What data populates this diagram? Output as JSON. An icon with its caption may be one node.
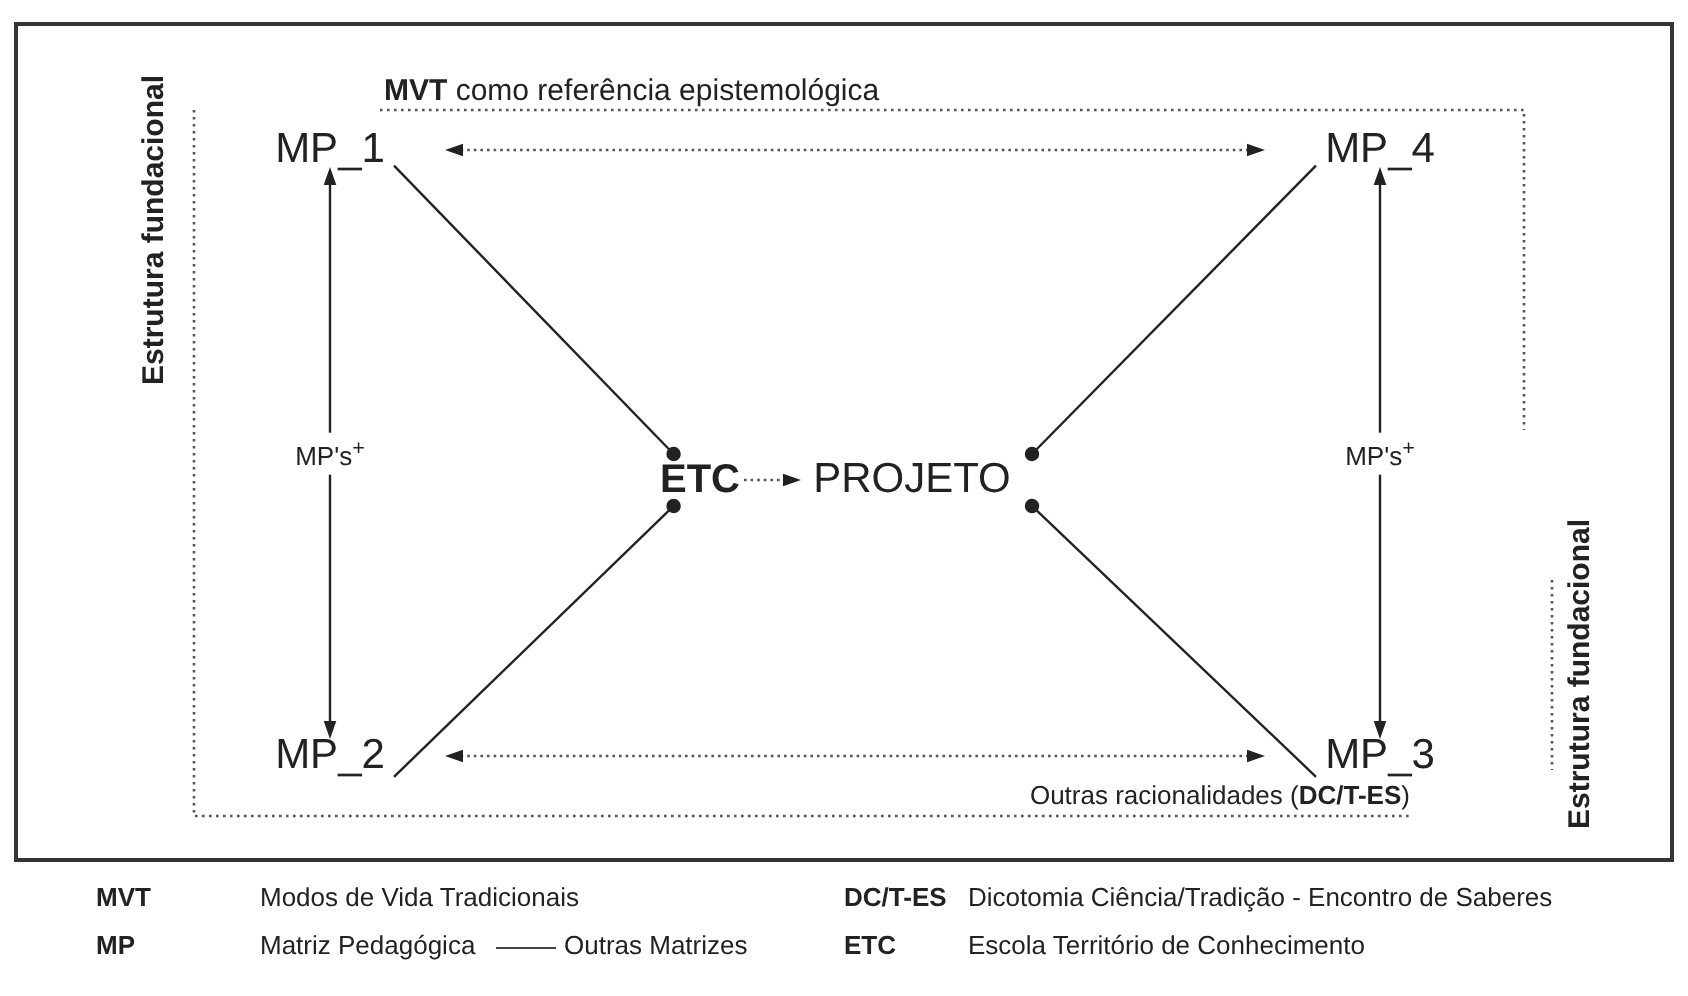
{
  "diagram": {
    "nodes": [
      {
        "text": [
          "MP_1"
        ]
      },
      {
        "text": [
          "MP_4"
        ]
      },
      {
        "text": [
          "ETC"
        ]
      },
      {
        "text": [
          "PROJETO"
        ]
      },
      {
        "text": [
          "MP_2"
        ]
      },
      {
        "text": [
          "MP_3"
        ]
      }
    ],
    "edges": [
      {
        "from": 0,
        "to": 1,
        "arrow": "both",
        "style": "dashed"
      },
      {
        "from": 0,
        "to": 2,
        "arrow": "other"
      },
      {
        "from": 1,
        "to": 3,
        "arrow": "other"
      },
      {
        "from": 0,
        "to": 4,
        "arrow": "both",
        "label": "MP's$^{+}$"
      },
      {
        "from": 1,
        "to": 5,
        "arrow": "both",
        "label": "MP's$^{+}$"
      },
      {
        "from": 2,
        "to": 3,
        "arrow": "to",
        "style": "dashed"
      },
      {
        "from": 4,
        "to": 2,
        "arrow": "other"
      },
      {
        "from": 5,
        "to": 3,
        "arrow": "other"
      },
      {
        "from": 4,
        "to": 5,
        "arrow": "both",
        "style": "dashed"
      }
    ],
    "labels": [
      "**MVT** como referência epistemológica",
      "Estrutura fundacional",
      "Estrutura fundacional",
      "Outras racionalidades (**DC/T-ES**)",
      "MVT",
      "Modos de Vida Tradicionais",
      "DC/T-ES",
      "Dicotomia Ciência/Tradição - Encontro de Saberes",
      "MP",
      "Matriz Pedagógica",
      "ETC",
      "Escola Território de Conhecimento"
    ],
    "legend": [
      {
        "text": "Outras Matrizes"
      }
    ]
  }
}
